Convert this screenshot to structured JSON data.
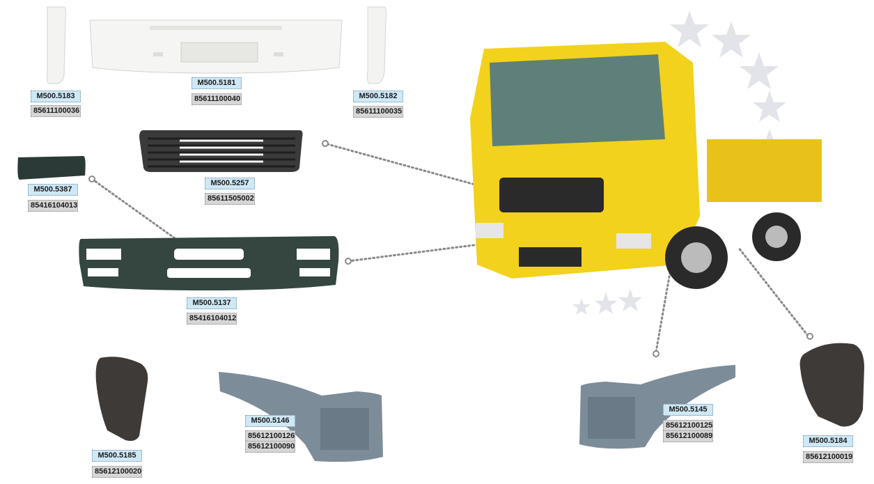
{
  "parts": [
    {
      "id": "left-corner-panel",
      "code": "M500.5183",
      "oem": [
        "85611100036"
      ]
    },
    {
      "id": "front-panel",
      "code": "M500.5181",
      "oem": [
        "85611100040"
      ]
    },
    {
      "id": "right-corner-panel",
      "code": "M500.5182",
      "oem": [
        "85611100035"
      ]
    },
    {
      "id": "bumper-end-cap",
      "code": "M500.5387",
      "oem": [
        "85416104013"
      ]
    },
    {
      "id": "front-grille",
      "code": "M500.5257",
      "oem": [
        "85611505002"
      ]
    },
    {
      "id": "front-bumper",
      "code": "M500.5137",
      "oem": [
        "85416104012"
      ]
    },
    {
      "id": "left-mudguard",
      "code": "M500.5185",
      "oem": [
        "85612100020"
      ]
    },
    {
      "id": "left-step-panel",
      "code": "M500.5146",
      "oem": [
        "85612100126",
        "85612100090"
      ]
    },
    {
      "id": "right-step-panel",
      "code": "M500.5145",
      "oem": [
        "85612100125",
        "85612100089"
      ]
    },
    {
      "id": "right-mudguard",
      "code": "M500.5184",
      "oem": [
        "85612100019"
      ]
    }
  ],
  "colors": {
    "code_bg": "#cfe8f6",
    "oem_bg": "#d6d6d6",
    "truck": "#f2d21c",
    "connector": "#8a8a8a"
  }
}
